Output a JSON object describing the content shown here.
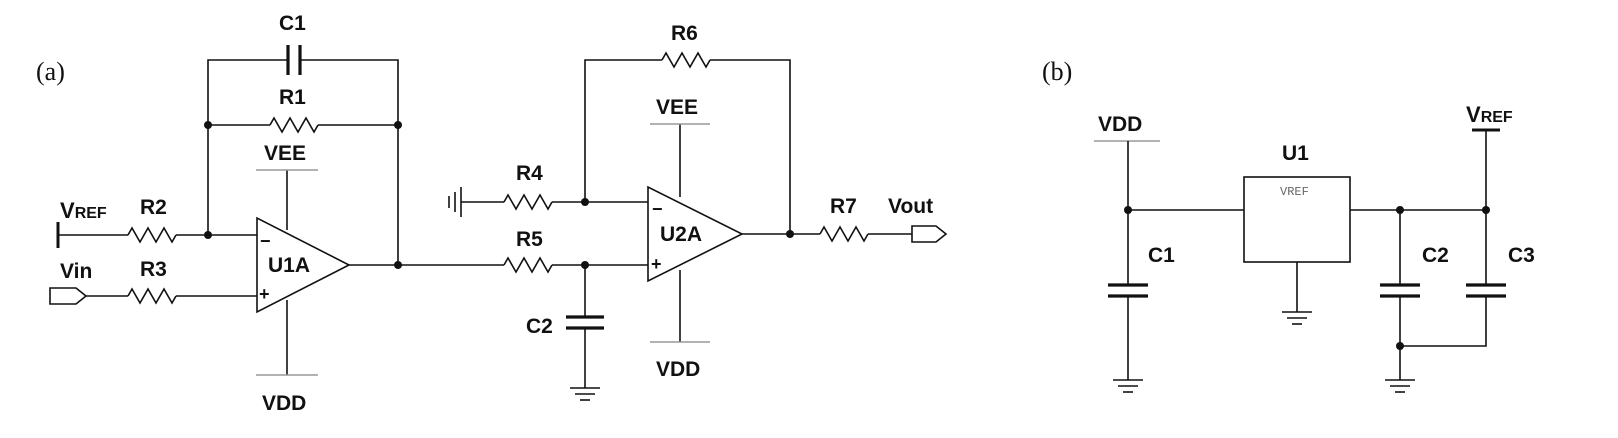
{
  "panel_a": {
    "label": "(a)",
    "components": {
      "c1": "C1",
      "r1": "R1",
      "r2": "R2",
      "r3": "R3",
      "r4": "R4",
      "r5": "R5",
      "r6": "R6",
      "r7": "R7",
      "c2": "C2",
      "u1a": "U1A",
      "u2a": "U2A"
    },
    "nets": {
      "vref_big": "V",
      "vref_small": "REF",
      "vin": "Vin",
      "vout": "Vout",
      "u1_vee": "VEE",
      "u1_vdd": "VDD",
      "u2_vee": "VEE",
      "u2_vdd": "VDD"
    },
    "pins": {
      "minus": "−",
      "plus": "+"
    }
  },
  "panel_b": {
    "label": "(b)",
    "components": {
      "u1": "U1",
      "u1_pin": "VREF",
      "c1": "C1",
      "c2": "C2",
      "c3": "C3"
    },
    "nets": {
      "vdd": "VDD",
      "vref_big": "V",
      "vref_small": "REF"
    }
  }
}
